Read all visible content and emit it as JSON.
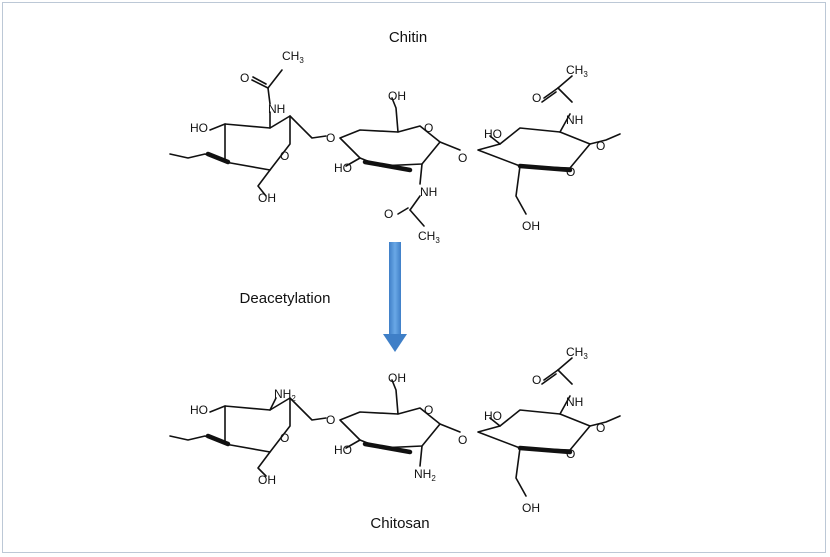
{
  "title_top": "Chitin",
  "title_bottom": "Chitosan",
  "process_label": "Deacetylation",
  "arrow_color": "#4a90d9",
  "atom_labels": {
    "ho": "HO",
    "oh": "OH",
    "o": "O",
    "nh": "NH",
    "nh2_base": "NH",
    "nh2_sub": "2",
    "ch3_base": "CH",
    "ch3_sub": "3"
  }
}
